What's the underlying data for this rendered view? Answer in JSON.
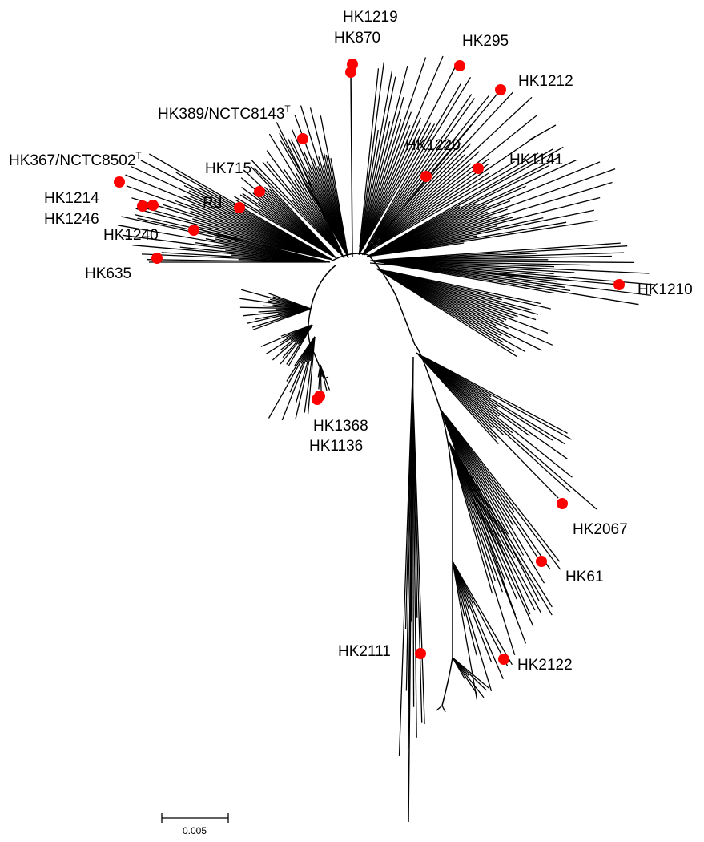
{
  "marker_color": "#ff0000",
  "line_color": "#000000",
  "scale_bar": {
    "label": "0.005"
  },
  "labels": {
    "hk1219": "HK1219",
    "hk870": "HK870",
    "hk295": "HK295",
    "hk1212": "HK1212",
    "hk389": "HK389/NCTC8143",
    "hk389_sup": "T",
    "hk1220": "HK1220",
    "hk1141": "HK1141",
    "hk367": "HK367/NCTC8502",
    "hk367_sup": "T",
    "hk715": "HK715",
    "hk1214": "HK1214",
    "rd": "Rd",
    "hk1246": "HK1246",
    "hk1240": "HK1240",
    "hk635": "HK635",
    "hk1210": "HK1210",
    "hk1368": "HK1368",
    "hk1136": "HK1136",
    "hk2067": "HK2067",
    "hk61": "HK61",
    "hk2111": "HK2111",
    "hk2122": "HK2122"
  }
}
